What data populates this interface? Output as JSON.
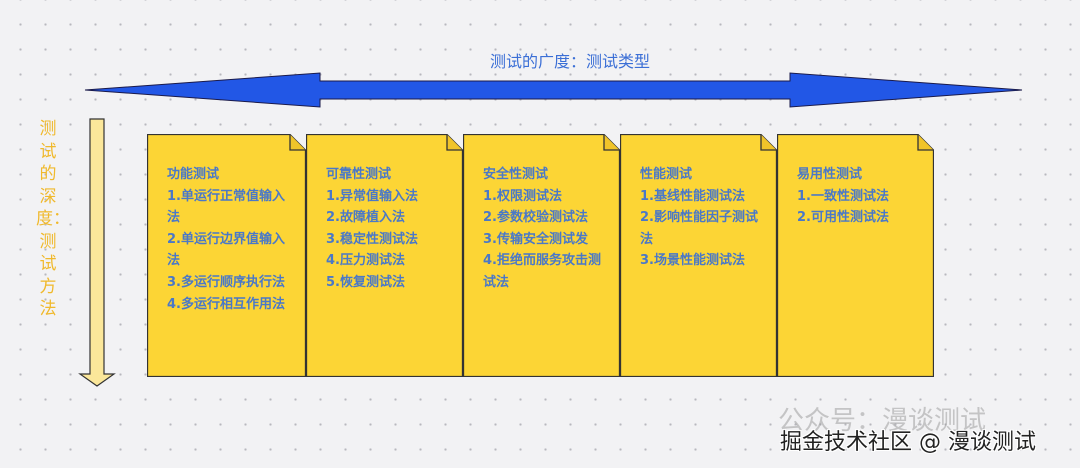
{
  "horizontal_axis_label": "测试的广度：测试类型",
  "vertical_axis_label": "测试的深度：测试方法",
  "colors": {
    "arrow_horizontal": "#2257e6",
    "arrow_vertical": "#fbe79a",
    "card_fill": "#fcd535",
    "card_text": "#4a78c8",
    "label_vertical": "#f0b92c"
  },
  "cards": [
    {
      "title": "功能测试",
      "items": [
        "1.单运行正常值输入法",
        "2.单运行边界值输入法",
        "3.多运行顺序执行法",
        "4.多运行相互作用法"
      ]
    },
    {
      "title": "可靠性测试",
      "items": [
        "1.异常值输入法",
        "2.故障植入法",
        "3.稳定性测试法",
        "4.压力测试法",
        "5.恢复测试法"
      ]
    },
    {
      "title": "安全性测试",
      "items": [
        "1.权限测试法",
        "2.参数校验测试法",
        "3.传输安全测试发",
        "4.拒绝而服务攻击测试法"
      ]
    },
    {
      "title": "性能测试",
      "items": [
        "1.基线性能测试法",
        "2.影响性能因子测试法",
        "3.场景性能测试法"
      ]
    },
    {
      "title": "易用性测试",
      "items": [
        "1.一致性测试法",
        "2.可用性测试法"
      ]
    }
  ],
  "watermark": {
    "wechat": "公众号：漫谈测试",
    "juejin": "掘金技术社区 @ 漫谈测试"
  }
}
